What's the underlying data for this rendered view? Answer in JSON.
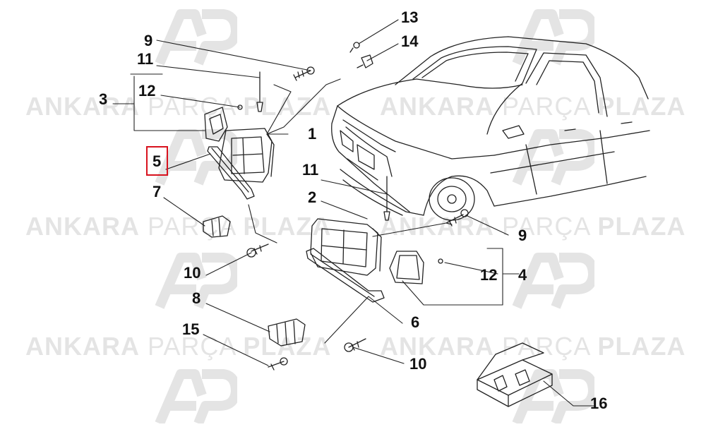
{
  "watermark": {
    "brand_part1": "ANKARA",
    "brand_part2": "PARÇA",
    "brand_part3": "PLAZA",
    "logo_text": "AP"
  },
  "highlighted_callout": "5",
  "callouts": {
    "c1": "1",
    "c2": "2",
    "c3": "3",
    "c4": "4",
    "c5": "5",
    "c6": "6",
    "c7": "7",
    "c8": "8",
    "c9a": "9",
    "c9b": "9",
    "c10a": "10",
    "c10b": "10",
    "c11a": "11",
    "c11b": "11",
    "c12a": "12",
    "c12b": "12",
    "c13": "13",
    "c14": "14",
    "c15": "15",
    "c16": "16"
  },
  "colors": {
    "highlight": "#d8121e",
    "line": "#222222",
    "watermark": "#000000"
  }
}
